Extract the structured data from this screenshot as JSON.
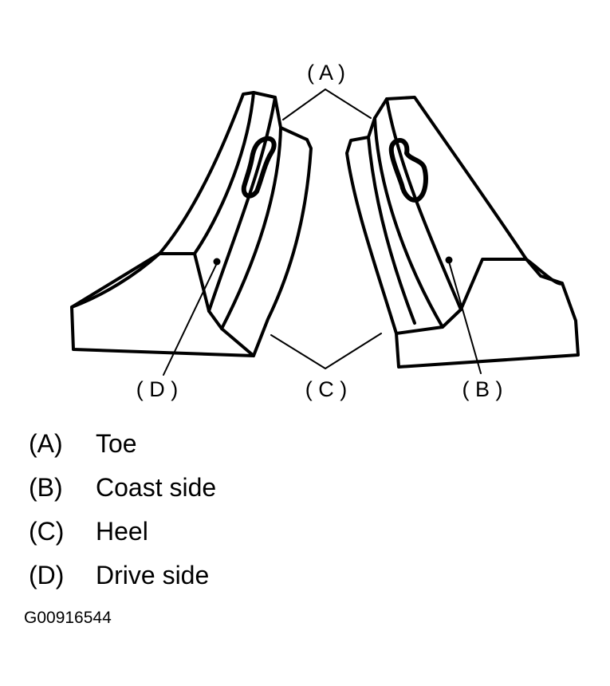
{
  "callouts": {
    "a": "( A )",
    "b": "( B )",
    "c": "( C )",
    "d": "( D )"
  },
  "legend": [
    {
      "key": "(A)",
      "text": "Toe"
    },
    {
      "key": "(B)",
      "text": "Coast side"
    },
    {
      "key": "(C)",
      "text": "Heel"
    },
    {
      "key": "(D)",
      "text": "Drive side"
    }
  ],
  "figure_id": "G00916544"
}
